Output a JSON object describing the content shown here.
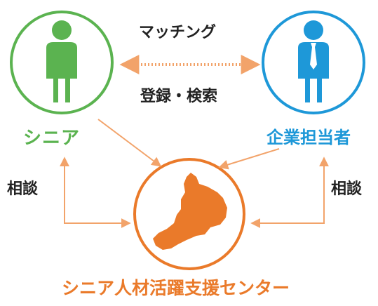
{
  "labels": {
    "matching": "マッチング",
    "register_search": "登録・検索",
    "senior": "シニア",
    "company": "企業担当者",
    "consult_left": "相談",
    "consult_right": "相談",
    "center": "シニア人材活躍支援センター"
  },
  "colors": {
    "senior_green": "#5bb350",
    "company_blue": "#1e98d8",
    "center_orange": "#ea7a2a",
    "arrow_orange": "#f2a36a",
    "text_dark": "#222222"
  },
  "icons": {
    "senior": "person-icon",
    "company": "businessperson-tie-icon",
    "center": "fukui-prefecture-map-icon"
  }
}
